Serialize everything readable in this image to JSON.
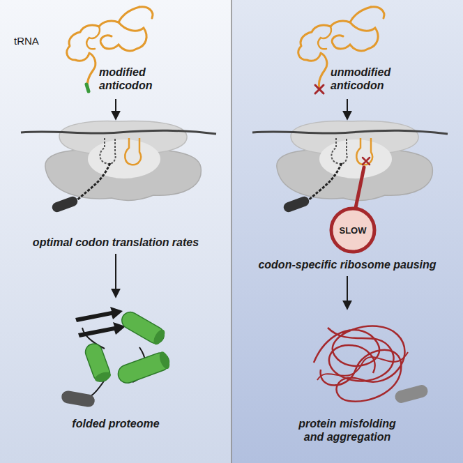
{
  "diagram": {
    "nodes": [
      {
        "text": [
          "SLOW"
        ]
      }
    ],
    "labels": [
      "tRNA",
      "modified anticodon",
      "unmodified anticodon",
      "optimal codon translation rates",
      "codon-specific ribosome pausing",
      "folded proteome",
      "protein misfolding and aggregation"
    ]
  }
}
